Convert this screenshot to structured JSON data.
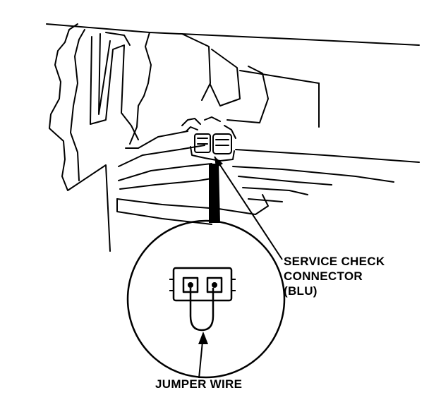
{
  "callouts": {
    "service_check_connector": {
      "line1": "SERVICE CHECK",
      "line2": "CONNECTOR",
      "line3": "(BLU)"
    },
    "jumper_wire": "JUMPER WIRE"
  },
  "colors": {
    "ink": "#000000",
    "paper": "#ffffff"
  }
}
